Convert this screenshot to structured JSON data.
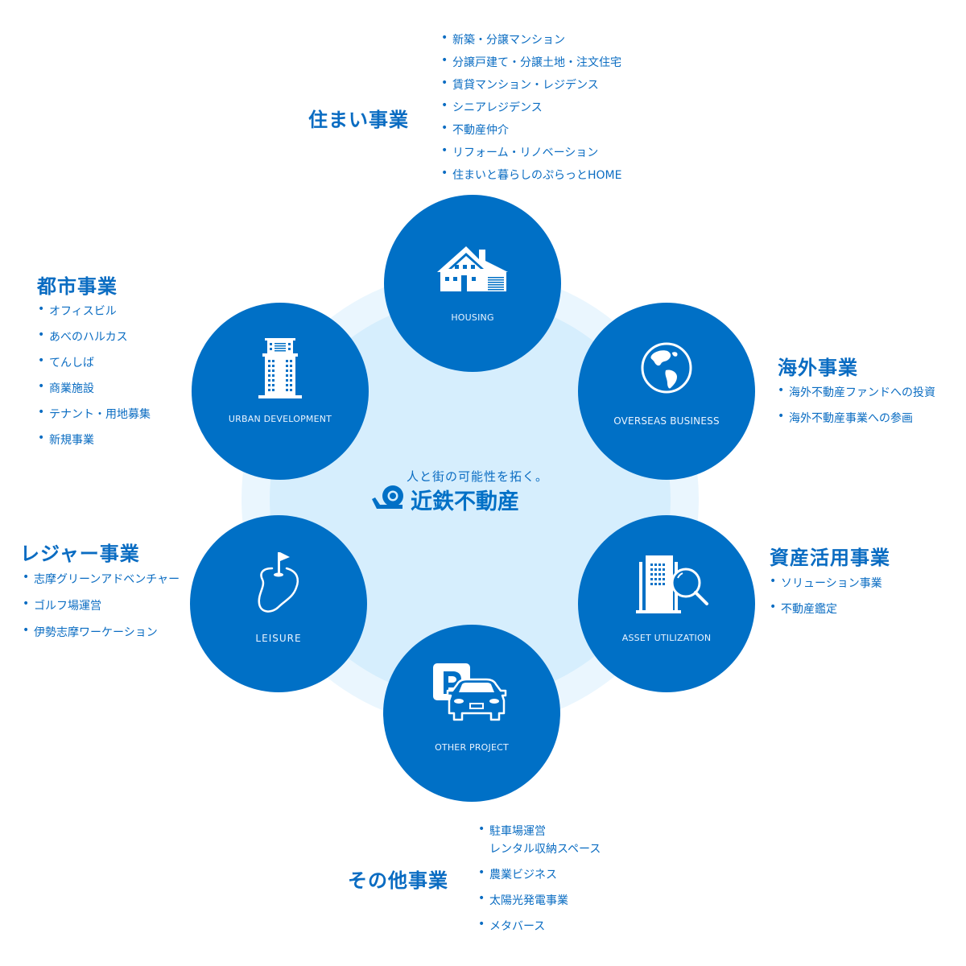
{
  "center": {
    "tagline": "人と街の可能性を拓く。",
    "logo_text": "近鉄不動産"
  },
  "colors": {
    "primary": "#0070c6",
    "text": "#0a6cc2",
    "bg_outer": "#eaf6fe",
    "bg_inner": "#d6eefd"
  },
  "nodes": {
    "housing": {
      "label": "HOUSING",
      "icon": "house-icon"
    },
    "urban": {
      "label": "URBAN DEVELOPMENT",
      "icon": "skyscraper-icon"
    },
    "overseas": {
      "label": "OVERSEAS  BUSINESS",
      "icon": "globe-icon"
    },
    "leisure": {
      "label": "LEISURE",
      "icon": "golf-green-icon"
    },
    "asset": {
      "label": "ASSET UTILIZATION",
      "icon": "building-magnifier-icon"
    },
    "other": {
      "label": "OTHER PROJECT",
      "icon": "parking-car-icon"
    }
  },
  "sections": {
    "housing": {
      "title": "住まい事業",
      "items": [
        "新築・分譲マンション",
        "分譲戸建て・分譲土地・注文住宅",
        "賃貸マンション・レジデンス",
        "シニアレジデンス",
        "不動産仲介",
        "リフォーム・リノベーション",
        "住まいと暮らしのぷらっとHOME"
      ]
    },
    "urban": {
      "title": "都市事業",
      "items": [
        "オフィスビル",
        "あべのハルカス",
        "てんしば",
        "商業施設",
        "テナント・用地募集",
        "新規事業"
      ]
    },
    "overseas": {
      "title": "海外事業",
      "items": [
        "海外不動産ファンドへの投資",
        "海外不動産事業への参画"
      ]
    },
    "leisure": {
      "title": "レジャー事業",
      "items": [
        "志摩グリーンアドベンチャー",
        "ゴルフ場運営",
        "伊勢志摩ワーケーション"
      ]
    },
    "asset": {
      "title": "資産活用事業",
      "items": [
        "ソリューション事業",
        "不動産鑑定"
      ]
    },
    "other": {
      "title": "その他事業",
      "items": [
        "駐車場運営",
        "レンタル収納スペース",
        "農業ビジネス",
        "太陽光発電事業",
        "メタバース"
      ]
    }
  }
}
